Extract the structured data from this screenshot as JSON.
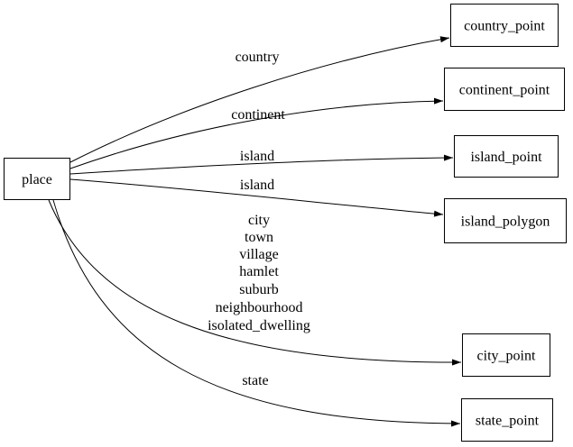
{
  "diagram": {
    "type": "digraph",
    "background_color": "#ffffff",
    "line_color": "#000000",
    "text_color": "#000000",
    "nodes": [
      {
        "id": "place",
        "label": "place"
      },
      {
        "id": "country_point",
        "label": "country_point"
      },
      {
        "id": "continent_point",
        "label": "continent_point"
      },
      {
        "id": "island_point",
        "label": "island_point"
      },
      {
        "id": "island_polygon",
        "label": "island_polygon"
      },
      {
        "id": "city_point",
        "label": "city_point"
      },
      {
        "id": "state_point",
        "label": "state_point"
      }
    ],
    "edges": [
      {
        "from": "place",
        "to": "country_point",
        "label": "country"
      },
      {
        "from": "place",
        "to": "continent_point",
        "label": "continent"
      },
      {
        "from": "place",
        "to": "island_point",
        "label": "island"
      },
      {
        "from": "place",
        "to": "island_polygon",
        "label": "island"
      },
      {
        "from": "place",
        "to": "city_point",
        "label_lines": [
          "city",
          "town",
          "village",
          "hamlet",
          "suburb",
          "neighbourhood",
          "isolated_dwelling"
        ]
      },
      {
        "from": "place",
        "to": "state_point",
        "label": "state"
      }
    ]
  }
}
